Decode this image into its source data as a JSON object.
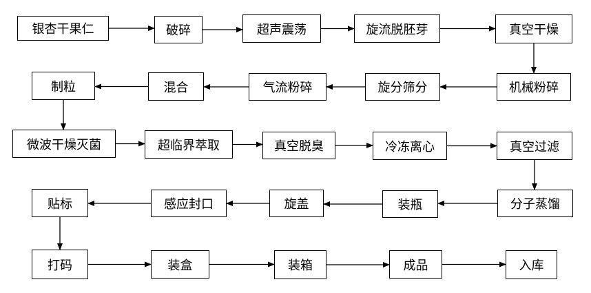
{
  "diagram": {
    "steps": [
      {
        "id": "s1",
        "label": "银杏干果仁"
      },
      {
        "id": "s2",
        "label": "破碎"
      },
      {
        "id": "s3",
        "label": "超声震荡"
      },
      {
        "id": "s4",
        "label": "旋流脱胚芽"
      },
      {
        "id": "s5",
        "label": "真空干燥"
      },
      {
        "id": "s6",
        "label": "机械粉碎"
      },
      {
        "id": "s7",
        "label": "旋分筛分"
      },
      {
        "id": "s8",
        "label": "气流粉碎"
      },
      {
        "id": "s9",
        "label": "混合"
      },
      {
        "id": "s10",
        "label": "制粒"
      },
      {
        "id": "s11",
        "label": "微波干燥灭菌"
      },
      {
        "id": "s12",
        "label": "超临界萃取"
      },
      {
        "id": "s13",
        "label": "真空脱臭"
      },
      {
        "id": "s14",
        "label": "冷冻离心"
      },
      {
        "id": "s15",
        "label": "真空过滤"
      },
      {
        "id": "s16",
        "label": "分子蒸馏"
      },
      {
        "id": "s17",
        "label": "装瓶"
      },
      {
        "id": "s18",
        "label": "旋盖"
      },
      {
        "id": "s19",
        "label": "感应封口"
      },
      {
        "id": "s20",
        "label": "贴标"
      },
      {
        "id": "s21",
        "label": "打码"
      },
      {
        "id": "s22",
        "label": "装盒"
      },
      {
        "id": "s23",
        "label": "装箱"
      },
      {
        "id": "s24",
        "label": "成品"
      },
      {
        "id": "s25",
        "label": "入库"
      }
    ],
    "edges": [
      [
        "s1",
        "s2"
      ],
      [
        "s2",
        "s3"
      ],
      [
        "s3",
        "s4"
      ],
      [
        "s4",
        "s5"
      ],
      [
        "s5",
        "s6"
      ],
      [
        "s6",
        "s7"
      ],
      [
        "s7",
        "s8"
      ],
      [
        "s8",
        "s9"
      ],
      [
        "s9",
        "s10"
      ],
      [
        "s10",
        "s11"
      ],
      [
        "s11",
        "s12"
      ],
      [
        "s12",
        "s13"
      ],
      [
        "s13",
        "s14"
      ],
      [
        "s14",
        "s15"
      ],
      [
        "s15",
        "s16"
      ],
      [
        "s16",
        "s17"
      ],
      [
        "s17",
        "s18"
      ],
      [
        "s18",
        "s19"
      ],
      [
        "s19",
        "s20"
      ],
      [
        "s20",
        "s21"
      ],
      [
        "s21",
        "s22"
      ],
      [
        "s22",
        "s23"
      ],
      [
        "s23",
        "s24"
      ],
      [
        "s24",
        "s25"
      ]
    ]
  }
}
